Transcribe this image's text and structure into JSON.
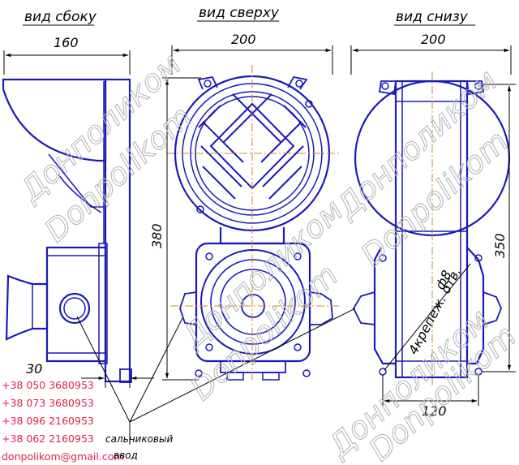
{
  "views": {
    "side": "вид сбоку",
    "top": "вид сверху",
    "bottom": "вид снизу"
  },
  "dimensions": {
    "side_width": "160",
    "top_width": "200",
    "bottom_width": "200",
    "top_height": "380",
    "bottom_height": "350",
    "side_depth": "30",
    "hole_diameter": "ф8",
    "hole_note": "4крепеж. отв.",
    "bottom_spacing": "120"
  },
  "labels": {
    "gland_line1": "сальниковый",
    "gland_line2": "ввод"
  },
  "contacts": {
    "phones": [
      "+38 050 3680953",
      "+38 073 3680953",
      "+38 096 2160953",
      "+38 062 2160953"
    ],
    "email": "donpolikom@gmail.com"
  },
  "watermark": {
    "line1": "Донполиком",
    "line2": "Donpolikom"
  },
  "colors": {
    "outline": "#1a1ab8",
    "centerline": "#d08a2a",
    "contact_text": "#e0224a",
    "watermark": "#b8b8b8"
  }
}
